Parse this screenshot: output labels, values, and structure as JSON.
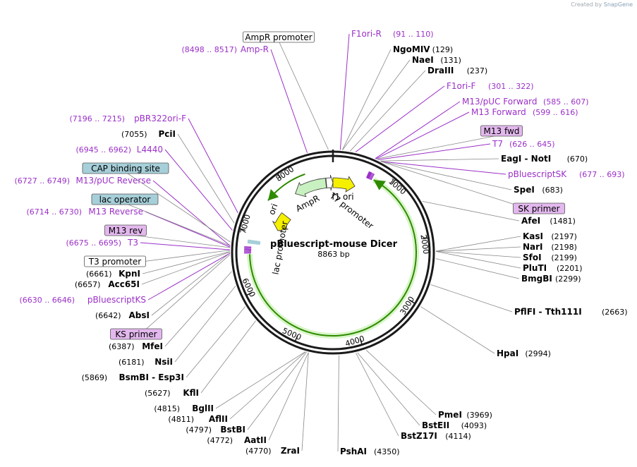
{
  "credit": {
    "prefix": "Created by",
    "brand": "SnapGene"
  },
  "title": "pBluescript-mouse Dicer",
  "size": "8863 bp",
  "colors": {
    "feature_purple": "#9b30c8",
    "enzyme": "#000000",
    "box_blue": "#a6cfd9",
    "box_purple": "#e3b8ee",
    "arrow_green": "#c8f0c0",
    "arrow_yellow": "#f5ef00",
    "arc_green": "#2e8b00"
  },
  "ticks": [
    {
      "label": "1000",
      "pos": 1000
    },
    {
      "label": "2000",
      "pos": 2000
    },
    {
      "label": "3000",
      "pos": 3000
    },
    {
      "label": "4000",
      "pos": 4000
    },
    {
      "label": "5000",
      "pos": 5000
    },
    {
      "label": "6000",
      "pos": 6000
    },
    {
      "label": "7000",
      "pos": 7000
    },
    {
      "label": "8000",
      "pos": 8000
    }
  ],
  "inner_features": [
    {
      "label": "AmpR",
      "start": 7720,
      "end": 8400
    },
    {
      "label": "ori",
      "start": 7140,
      "end": 7550
    },
    {
      "label": "f1 ori",
      "start": 8500,
      "end": 8863
    },
    {
      "label": "T7 promoter",
      "start": 0,
      "end": 380
    },
    {
      "label": "lac promoter",
      "start": 6800,
      "end": 6860
    }
  ],
  "labels": [
    {
      "name": "AmpR promoter",
      "range": "",
      "style": "box-white",
      "pos": 8800
    },
    {
      "name": "Amp-R",
      "range": "(8498 .. 8517)",
      "style": "purple-left",
      "pos": 8507
    },
    {
      "name": "F1ori-R",
      "range": "(91 .. 110)",
      "style": "purple-right",
      "pos": 100
    },
    {
      "name": "NgoMIV",
      "range": "(129)",
      "style": "enzyme-right",
      "pos": 129
    },
    {
      "name": "NaeI",
      "range": "(131)",
      "style": "enzyme-right",
      "pos": 131
    },
    {
      "name": "DraIII",
      "range": "(237)",
      "style": "enzyme-right",
      "pos": 237
    },
    {
      "name": "F1ori-F",
      "range": "(301 .. 322)",
      "style": "purple-right",
      "pos": 311
    },
    {
      "name": "M13/pUC Forward",
      "range": "(585 .. 607)",
      "style": "purple-right",
      "pos": 596
    },
    {
      "name": "M13 Forward",
      "range": "(599 .. 616)",
      "style": "purple-right",
      "pos": 607
    },
    {
      "name": "M13 fwd",
      "range": "",
      "style": "box-purple",
      "pos": 610
    },
    {
      "name": "T7",
      "range": "(626 .. 645)",
      "style": "purple-right",
      "pos": 635
    },
    {
      "name": "EagI - NotI",
      "range": "(670)",
      "style": "enzyme-right",
      "pos": 670
    },
    {
      "name": "pBluescriptSK",
      "range": "(677 .. 693)",
      "style": "purple-right",
      "pos": 685
    },
    {
      "name": "SpeI",
      "range": "(683)",
      "style": "enzyme-right",
      "pos": 683
    },
    {
      "name": "SK primer",
      "range": "",
      "style": "box-purple",
      "pos": 690
    },
    {
      "name": "AfeI",
      "range": "(1481)",
      "style": "enzyme-right",
      "pos": 1481
    },
    {
      "name": "KasI",
      "range": "(2197)",
      "style": "enzyme-right",
      "pos": 2197
    },
    {
      "name": "NarI",
      "range": "(2198)",
      "style": "enzyme-right",
      "pos": 2198
    },
    {
      "name": "SfoI",
      "range": "(2199)",
      "style": "enzyme-right",
      "pos": 2199
    },
    {
      "name": "PluTI",
      "range": "(2201)",
      "style": "enzyme-right",
      "pos": 2201
    },
    {
      "name": "BmgBI",
      "range": "(2299)",
      "style": "enzyme-right",
      "pos": 2299
    },
    {
      "name": "PflFI - Tth111I",
      "range": "(2663)",
      "style": "enzyme-right",
      "pos": 2663
    },
    {
      "name": "HpaI",
      "range": "(2994)",
      "style": "enzyme-right",
      "pos": 2994
    },
    {
      "name": "PmeI",
      "range": "(3969)",
      "style": "enzyme-right",
      "pos": 3969
    },
    {
      "name": "BstEII",
      "range": "(4093)",
      "style": "enzyme-right",
      "pos": 4093
    },
    {
      "name": "BstZ17I",
      "range": "(4114)",
      "style": "enzyme-right",
      "pos": 4114
    },
    {
      "name": "PshAI",
      "range": "(4350)",
      "style": "enzyme-right",
      "pos": 4350
    },
    {
      "name": "ZraI",
      "range": "(4770)",
      "style": "enzyme-left",
      "pos": 4770
    },
    {
      "name": "AatII",
      "range": "(4772)",
      "style": "enzyme-left",
      "pos": 4772
    },
    {
      "name": "BstBI",
      "range": "(4797)",
      "style": "enzyme-left",
      "pos": 4797
    },
    {
      "name": "AflII",
      "range": "(4811)",
      "style": "enzyme-left",
      "pos": 4811
    },
    {
      "name": "BglII",
      "range": "(4815)",
      "style": "enzyme-left",
      "pos": 4815
    },
    {
      "name": "KflI",
      "range": "(5627)",
      "style": "enzyme-left",
      "pos": 5627
    },
    {
      "name": "BsmBI - Esp3I",
      "range": "(5869)",
      "style": "enzyme-left",
      "pos": 5869
    },
    {
      "name": "NsiI",
      "range": "(6181)",
      "style": "enzyme-left",
      "pos": 6181
    },
    {
      "name": "MfeI",
      "range": "(6387)",
      "style": "enzyme-left",
      "pos": 6387
    },
    {
      "name": "KS primer",
      "range": "",
      "style": "box-purple",
      "pos": 6620
    },
    {
      "name": "AbsI",
      "range": "(6642)",
      "style": "enzyme-left",
      "pos": 6642
    },
    {
      "name": "pBluescriptKS",
      "range": "(6630 .. 6646)",
      "style": "purple-left",
      "pos": 6638
    },
    {
      "name": "Acc65I",
      "range": "(6657)",
      "style": "enzyme-left",
      "pos": 6657
    },
    {
      "name": "KpnI",
      "range": "(6661)",
      "style": "enzyme-left",
      "pos": 6661
    },
    {
      "name": "T3 promoter",
      "range": "",
      "style": "box-white",
      "pos": 6680
    },
    {
      "name": "T3",
      "range": "(6675 .. 6695)",
      "style": "purple-left",
      "pos": 6685
    },
    {
      "name": "M13 rev",
      "range": "",
      "style": "box-purple",
      "pos": 6715
    },
    {
      "name": "M13 Reverse",
      "range": "(6714 .. 6730)",
      "style": "purple-left",
      "pos": 6722
    },
    {
      "name": "lac operator",
      "range": "",
      "style": "box-blue",
      "pos": 6740
    },
    {
      "name": "M13/pUC Reverse",
      "range": "(6727 .. 6749)",
      "style": "purple-left",
      "pos": 6738
    },
    {
      "name": "CAP binding site",
      "range": "",
      "style": "box-blue",
      "pos": 6790
    },
    {
      "name": "L4440",
      "range": "(6945 .. 6962)",
      "style": "purple-left",
      "pos": 6953
    },
    {
      "name": "PciI",
      "range": "(7055)",
      "style": "enzyme-left",
      "pos": 7055
    },
    {
      "name": "pBR322ori-F",
      "range": "(7196 .. 7215)",
      "style": "purple-left",
      "pos": 7205
    }
  ]
}
